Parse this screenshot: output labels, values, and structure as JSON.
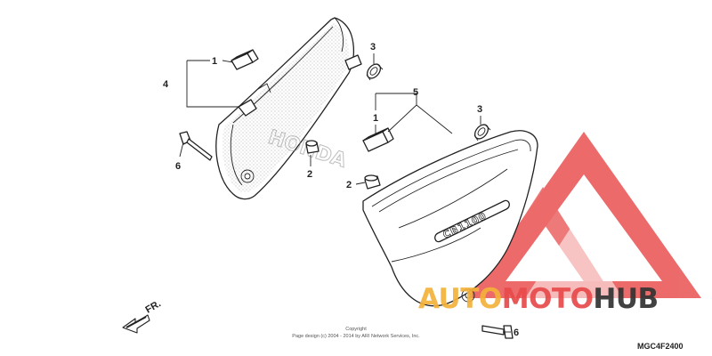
{
  "callouts": {
    "c1_left": "1",
    "c4": "4",
    "c3_left": "3",
    "c5": "5",
    "c3_right": "3",
    "c1_mid": "1",
    "c6_left": "6",
    "c2_left": "2",
    "c2_mid": "2",
    "c6_right": "6"
  },
  "direction_label": "FR.",
  "copyright": {
    "line1": "Copyright",
    "line2": "Page design (c) 2004 - 2014 by ARI Network Services, Inc."
  },
  "diagram_code": "MGC4F2400",
  "left_cover_brand": "HONDA",
  "right_cover_badge": "CB1100",
  "watermark": {
    "part1": "AUTO",
    "part2": "MOTO",
    "part3": "HUB",
    "color_orange": "#f4b13a",
    "color_red": "#e84a4a",
    "color_dark": "#333333"
  },
  "icons": {
    "direction": "fr-arrow-icon",
    "logo": "triangle-logo-icon"
  }
}
